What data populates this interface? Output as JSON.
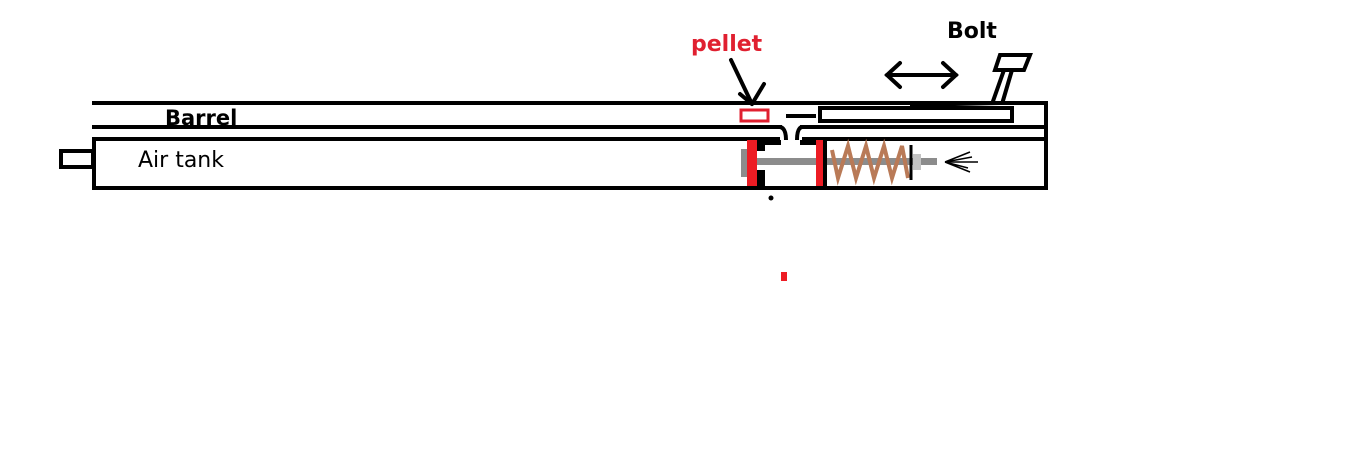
{
  "labels": {
    "pellet": "pellet",
    "bolt": "Bolt",
    "barrel": "Barrel",
    "air_tank": "Air tank"
  },
  "colors": {
    "outline": "#000000",
    "pellet": "#e02030",
    "valve_seal": "#ed1c24",
    "rod": "#8c8c8c",
    "spring": "#b97a57",
    "stop": "#c3c3c3"
  }
}
